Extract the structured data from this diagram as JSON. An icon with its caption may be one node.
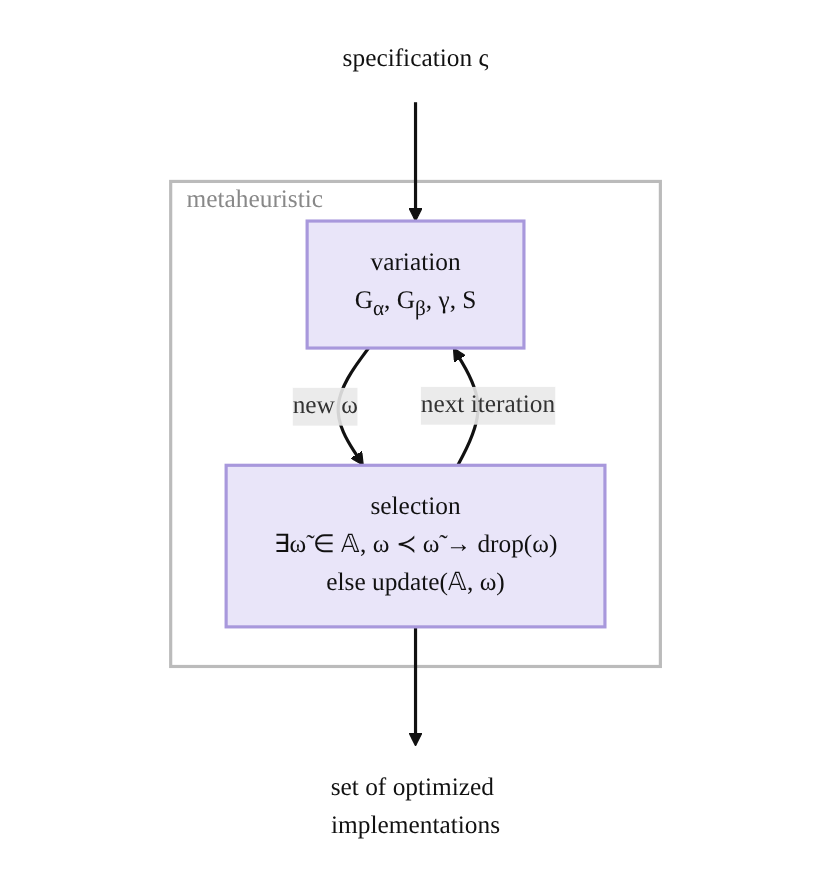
{
  "diagram": {
    "nodes": [
      {
        "text": [
          "specification ς"
        ]
      },
      {
        "text": [
          "metaheuristic"
        ]
      },
      {
        "text": [
          "variation",
          "G$_{α}$, G$_{β}$, γ, S"
        ],
        "in": 1
      },
      {
        "text": [
          "selection",
          "∃ω̃ ∈ 𝔸, ω ≺ ω̃ → drop(ω)",
          "else update(𝔸, ω)"
        ],
        "in": 1
      },
      {
        "text": [
          "set of optimized implementations"
        ]
      }
    ],
    "edges": [
      {
        "from": 0,
        "to": 2,
        "arrow": "to"
      },
      {
        "from": 2,
        "to": 3,
        "arrow": "to",
        "label": "new ω"
      },
      {
        "from": 3,
        "to": 2,
        "arrow": "to",
        "label": "next iteration"
      },
      {
        "from": 3,
        "to": 4,
        "arrow": "to"
      }
    ]
  }
}
